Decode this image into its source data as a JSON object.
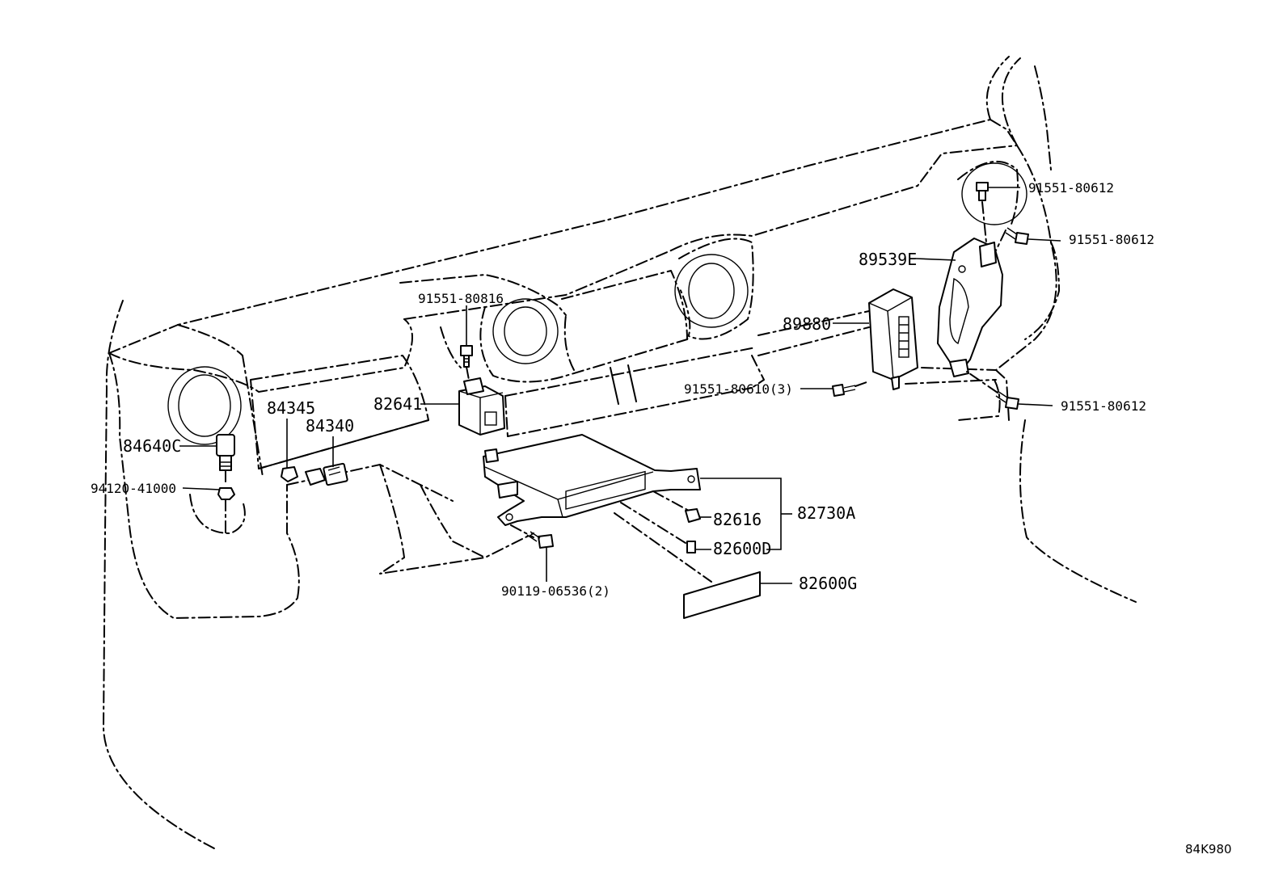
{
  "diagram_code": "84K980",
  "labels": {
    "p_91551_80612_a": "91551-80612",
    "p_91551_80612_b": "91551-80612",
    "p_91551_80612_c": "91551-80612",
    "p_89539E": "89539E",
    "p_89880": "89880",
    "p_91551_80610": "91551-80610(3)",
    "p_91551_80816": "91551-80816",
    "p_82641": "82641",
    "p_84345": "84345",
    "p_84340": "84340",
    "p_84640C": "84640C",
    "p_94120_41000": "94120-41000",
    "p_82730A": "82730A",
    "p_82616": "82616",
    "p_82600D": "82600D",
    "p_82600G": "82600G",
    "p_90119_06536": "90119-06536(2)"
  }
}
